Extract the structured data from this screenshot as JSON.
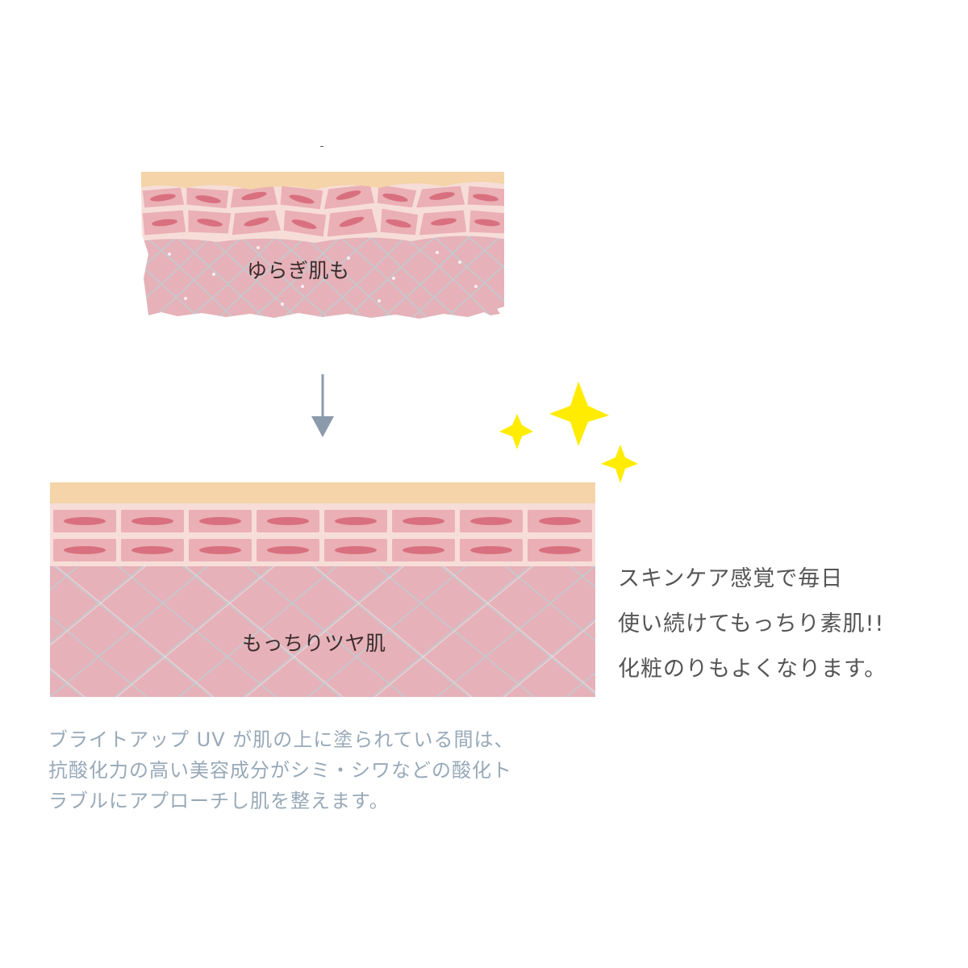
{
  "diagram": {
    "before_label": "ゆらぎ肌も",
    "after_label": "もっちりツヤ肌",
    "side_text": [
      "スキンケア感覚で毎日",
      "使い続けてもっちり素肌!!",
      "化粧のりもよくなります。"
    ],
    "description": [
      "ブライトアップ UV が肌の上に塗られている間は、",
      "抗酸化力の高い美容成分がシミ・シワなどの酸化ト",
      "ラブルにアプローチし肌を整えます。"
    ],
    "colors": {
      "surface_layer": "#f4d4a8",
      "cell_fill": "#eab0b5",
      "cell_nucleus": "#d9707f",
      "cell_bg": "#f7ddd8",
      "dermis": "#e6b1b8",
      "collagen_mesh": "#c9c6cc",
      "arrow": "#8c9bab",
      "sparkle": "#ffec00"
    },
    "icons": [
      "down-arrow-icon",
      "sparkle-icon"
    ]
  }
}
